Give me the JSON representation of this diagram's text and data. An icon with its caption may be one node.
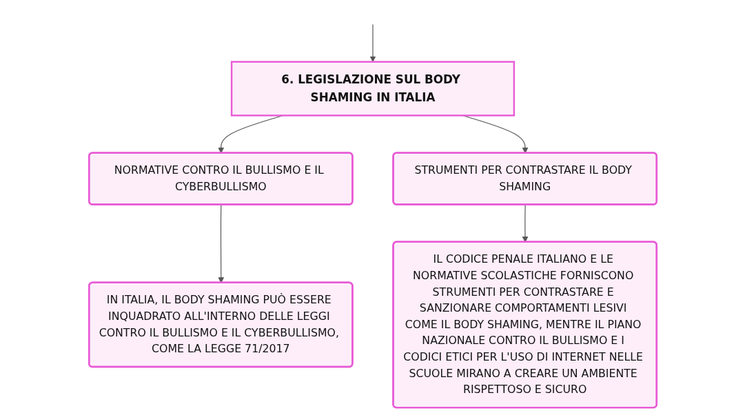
{
  "diagram": {
    "nodes": [
      {
        "text": [
          "6. LEGISLAZIONE SUL BODY SHAMING IN ITALIA"
        ]
      },
      {
        "text": [
          "NORMATIVE CONTRO IL BULLISMO E IL CYBERBULLISMO"
        ]
      },
      {
        "text": [
          "STRUMENTI PER CONTRASTARE IL BODY SHAMING"
        ]
      },
      {
        "text": [
          "IN ITALIA, IL BODY SHAMING PUÒ ESSERE INQUADRATO ALL'INTERNO DELLE LEGGI CONTRO IL BULLISMO E IL CYBERBULLISMO, COME LA LEGGE 71/2017"
        ]
      },
      {
        "text": [
          "IL CODICE PENALE ITALIANO E LE NORMATIVE SCOLASTICHE FORNISCONO STRUMENTI PER CONTRASTARE E SANZIONARE COMPORTAMENTI LESIVI COME IL BODY SHAMING, MENTRE IL PIANO NAZIONALE CONTRO IL BULLISMO E I CODICI ETICI PER L'USO DI INTERNET NELLE SCUOLE MIRANO A CREARE UN AMBIENTE RISPETTOSO E SICURO"
        ]
      }
    ],
    "edges": [
      {
        "from": null,
        "to": 0,
        "arrow": "to"
      },
      {
        "from": 0,
        "to": 1,
        "arrow": "to"
      },
      {
        "from": 0,
        "to": 2,
        "arrow": "to"
      },
      {
        "from": 1,
        "to": 3,
        "arrow": "to"
      },
      {
        "from": 2,
        "to": 4,
        "arrow": "to"
      }
    ]
  }
}
